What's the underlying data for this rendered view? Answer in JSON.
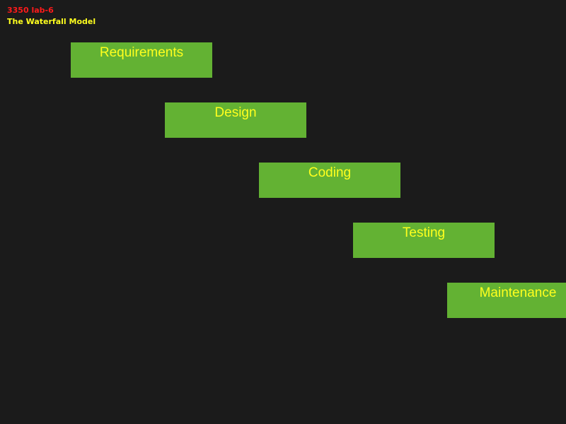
{
  "header": {
    "lab_label": "3350 lab-6",
    "title": "The Waterfall Model"
  },
  "stages": [
    {
      "label": "Requirements"
    },
    {
      "label": "Design"
    },
    {
      "label": "Coding"
    },
    {
      "label": "Testing"
    },
    {
      "label": "Maintenance"
    }
  ],
  "colors": {
    "background": "#1b1b1b",
    "box_fill": "#63b233",
    "box_text": "#ffff1e",
    "lab_label": "#ff1a1a",
    "title": "#ffff1e"
  }
}
